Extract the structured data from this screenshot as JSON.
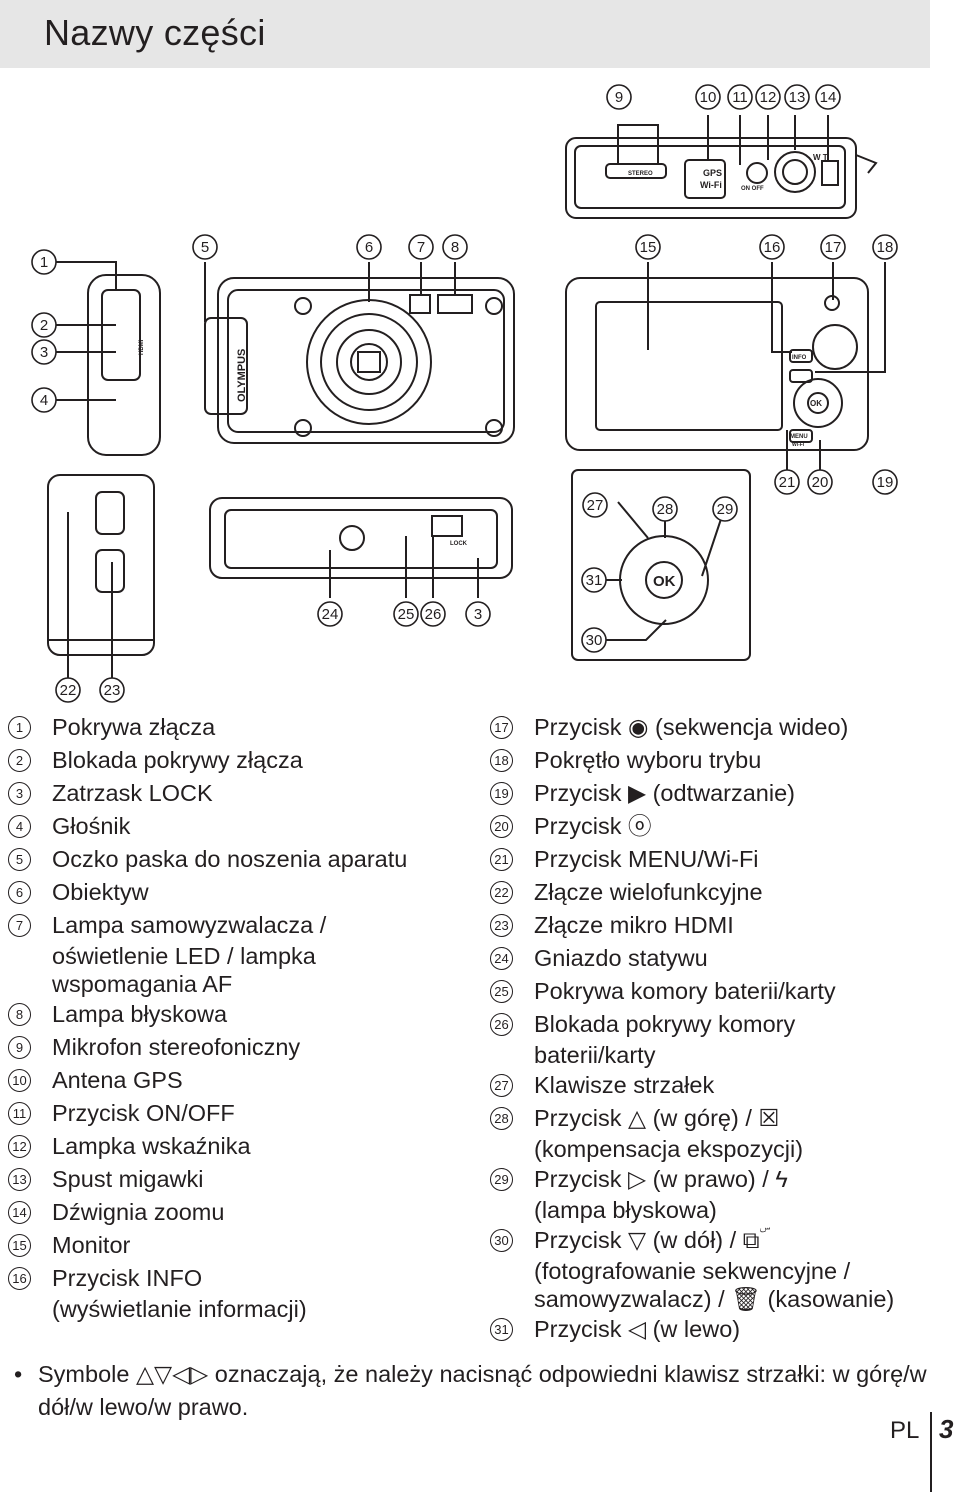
{
  "header": {
    "title": "Nazwy części"
  },
  "figure": {
    "callouts": [
      "1",
      "2",
      "3",
      "4",
      "5",
      "6",
      "7",
      "8",
      "9",
      "10",
      "11",
      "12",
      "13",
      "14",
      "15",
      "16",
      "17",
      "18",
      "19",
      "20",
      "21",
      "22",
      "23",
      "24",
      "25",
      "26",
      "3",
      "27",
      "28",
      "29",
      "30",
      "31"
    ],
    "camera_labels": {
      "brand": "OLYMPUS",
      "gps": "GPS",
      "wifi": "Wi-Fi",
      "stereo": "STEREO",
      "info": "INFO",
      "menu": "MENU",
      "menu_sub": "Wi-Fi",
      "ok": "OK",
      "lock": "LOCK",
      "hdmi": "HDMI",
      "onoff": "ON OFF",
      "zoom": "W T"
    }
  },
  "legend_left": [
    {
      "n": "1",
      "t": "Pokrywa złącza"
    },
    {
      "n": "2",
      "t": "Blokada pokrywy złącza"
    },
    {
      "n": "3",
      "t": "Zatrzask LOCK"
    },
    {
      "n": "4",
      "t": "Głośnik"
    },
    {
      "n": "5",
      "t": "Oczko paska do noszenia aparatu"
    },
    {
      "n": "6",
      "t": "Obiektyw"
    },
    {
      "n": "7",
      "t": "Lampa samowyzwalacza /",
      "t2": "oświetlenie LED / lampka",
      "t3": "wspomagania AF"
    },
    {
      "n": "8",
      "t": "Lampa błyskowa"
    },
    {
      "n": "9",
      "t": "Mikrofon stereofoniczny"
    },
    {
      "n": "10",
      "t": "Antena GPS"
    },
    {
      "n": "11",
      "t": "Przycisk ON/OFF"
    },
    {
      "n": "12",
      "t": "Lampka wskaźnika"
    },
    {
      "n": "13",
      "t": "Spust migawki"
    },
    {
      "n": "14",
      "t": "Dźwignia zoomu"
    },
    {
      "n": "15",
      "t": "Monitor"
    },
    {
      "n": "16",
      "t": "Przycisk INFO",
      "t2": "(wyświetlanie informacji)"
    }
  ],
  "legend_right": [
    {
      "n": "17",
      "t": "Przycisk ◉ (sekwencja wideo)"
    },
    {
      "n": "18",
      "t": "Pokrętło wyboru trybu"
    },
    {
      "n": "19",
      "t": "Przycisk ▶ (odtwarzanie)"
    },
    {
      "n": "20",
      "t": "Przycisk ⓞ"
    },
    {
      "n": "21",
      "t": "Przycisk MENU/Wi-Fi"
    },
    {
      "n": "22",
      "t": "Złącze wielofunkcyjne"
    },
    {
      "n": "23",
      "t": "Złącze mikro HDMI"
    },
    {
      "n": "24",
      "t": "Gniazdo statywu"
    },
    {
      "n": "25",
      "t": "Pokrywa komory baterii/karty"
    },
    {
      "n": "26",
      "t": "Blokada pokrywy komory",
      "t2": "baterii/karty"
    },
    {
      "n": "27",
      "t": "Klawisze strzałek"
    },
    {
      "n": "28",
      "t": "Przycisk △ (w górę) / ☒",
      "t2": "(kompensacja ekspozycji)"
    },
    {
      "n": "29",
      "t": "Przycisk ▷ (w prawo) / ϟ",
      "t2": "(lampa błyskowa)"
    },
    {
      "n": "30",
      "t": "Przycisk ▽ (w dół) / ⧉ۜ",
      "t2": "(fotografowanie sekwencyjne /",
      "t3": "samowyzwalacz) / 🗑 (kasowanie)"
    },
    {
      "n": "31",
      "t": "Przycisk ◁ (w lewo)"
    }
  ],
  "note": {
    "bullet": "•",
    "text": "Symbole △▽◁▷ oznaczają, że należy nacisnąć odpowiedni klawisz strzałki: w górę/w dół/w lewo/w prawo."
  },
  "footer": {
    "lang": "PL",
    "page": "3"
  }
}
